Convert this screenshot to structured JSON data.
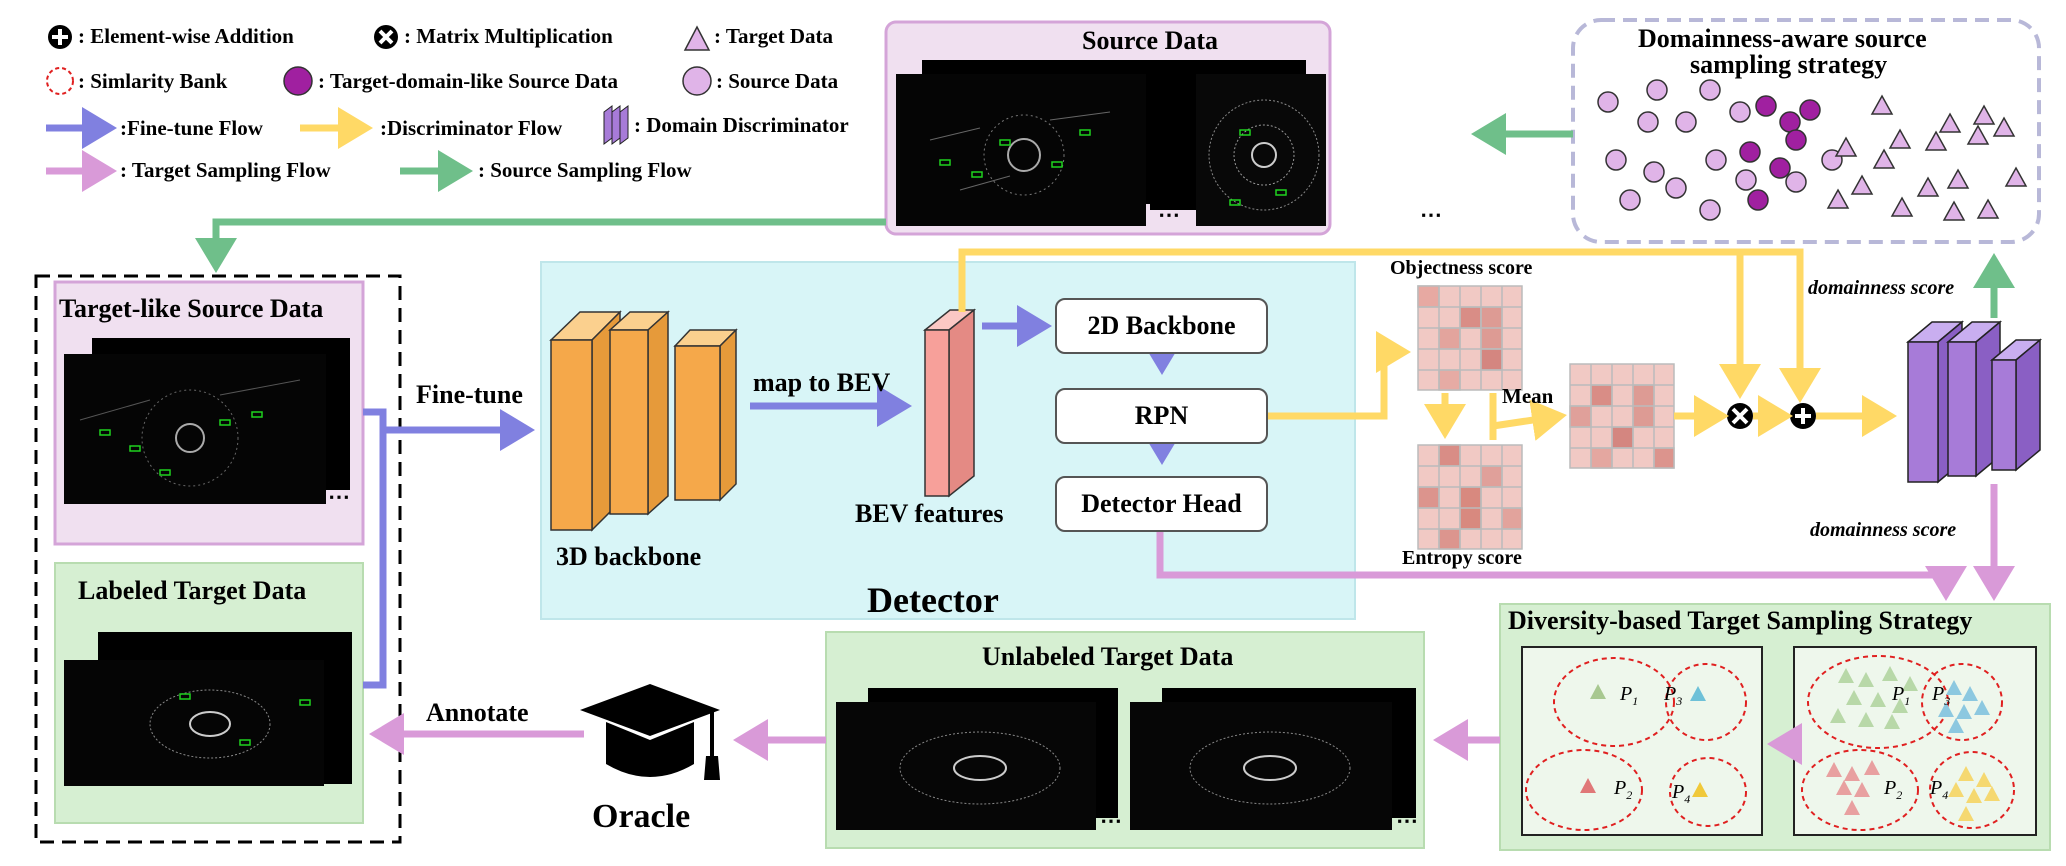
{
  "legend": {
    "addition": ": Element-wise Addition",
    "matmul": ": Matrix Multiplication",
    "target": ": Target Data",
    "bank": ": Simlarity Bank",
    "targetlike": ": Target-domain-like Source Data",
    "source": ": Source Data",
    "finetune_flow": ":Fine-tune Flow",
    "disc_flow": ":Discriminator Flow",
    "domain_disc": ": Domain Discriminator",
    "target_flow": ": Target Sampling Flow",
    "source_flow": ": Source Sampling Flow"
  },
  "panels": {
    "source_data": "Source Data",
    "domainness_title_1": "Domainness-aware source",
    "domainness_title_2": "sampling strategy",
    "target_like": "Target-like Source Data",
    "labeled_target": "Labeled Target Data",
    "unlabeled_target": "Unlabeled Target Data",
    "diversity": "Diversity-based Target Sampling Strategy"
  },
  "detector": {
    "title": "Detector",
    "backbone_3d": "3D backbone",
    "map_to_bev": "map to BEV",
    "bev_features": "BEV features",
    "backbone_2d": "2D Backbone",
    "rpn": "RPN",
    "head": "Detector Head"
  },
  "scores": {
    "objectness": "Objectness score",
    "entropy": "Entropy score",
    "mean": "Mean",
    "domainness_1": "domainness score",
    "domainness_2": "domainness score"
  },
  "flow": {
    "finetune": "Fine-tune",
    "annotate": "Annotate",
    "oracle": "Oracle"
  },
  "partitions": {
    "p1": "P",
    "p1_sub": "1",
    "p2": "P",
    "p2_sub": "2",
    "p3": "P",
    "p3_sub": "3",
    "p4": "P",
    "p4_sub": "4"
  },
  "more": "⋯",
  "colors": {
    "finetune": "#8080e0",
    "discriminator": "#ffd966",
    "target_sampling": "#d99ad8",
    "source_sampling": "#6fbf8a",
    "detector_bg": "#d8f5f7",
    "panel_pink": "#f0e0f0",
    "panel_green": "#d6efd2",
    "backbone": "#f5a84a",
    "bev": "#f7a09a",
    "discriminator_box": "#a77bd8"
  }
}
